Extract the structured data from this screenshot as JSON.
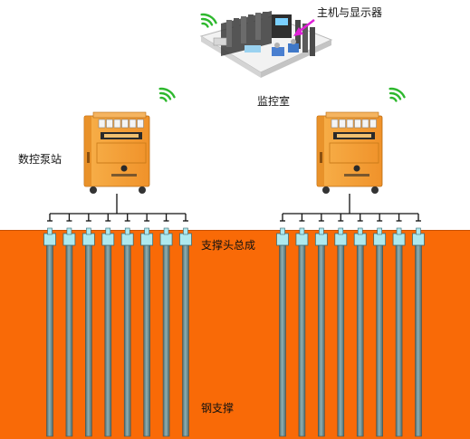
{
  "labels": {
    "host_display": "主机与显示器",
    "monitor_room": "监控室",
    "pump_station": "数控泵站",
    "support_head": "支撑头总成",
    "steel_support": "钢支撑"
  },
  "colors": {
    "ground": "#f96a07",
    "pump_body": "#f6a33a",
    "pump_panel": "#e07d1a",
    "wifi": "#2db82d",
    "support_head": "#aee9ef",
    "steel_pipe": "#6f8f92",
    "arrow": "#e020d8"
  },
  "icons": {
    "wifi": "wifi-signal-icon",
    "pump": "cnc-pump-station",
    "room": "monitoring-room"
  },
  "groups": [
    {
      "name": "left",
      "supports": 8
    },
    {
      "name": "right",
      "supports": 8
    }
  ]
}
